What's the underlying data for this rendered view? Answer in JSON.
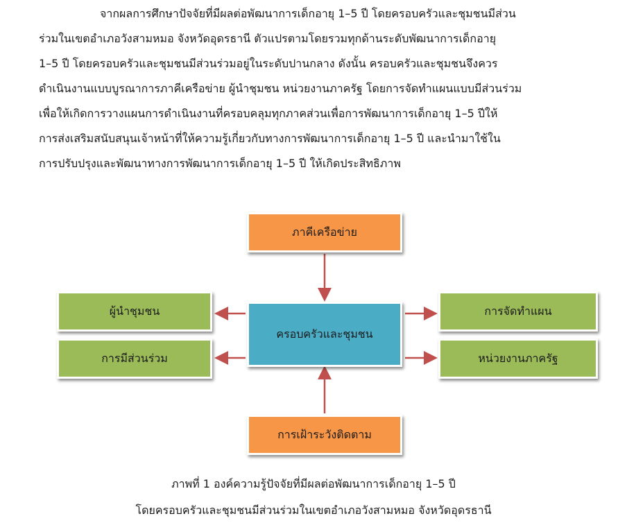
{
  "paragraph": {
    "lines": [
      "จากผลการศึกษาปัจจัยที่มีผลต่อพัฒนาการเด็กอายุ 1–5 ปี โดยครอบครัวและชุมชนมีส่วน",
      "ร่วมในเขตอำเภอวังสามหมอ จังหวัดอุดรธานี ตัวแปรตามโดยรวมทุกด้านระดับพัฒนาการเด็กอายุ",
      "1–5 ปี โดยครอบครัวและชุมชนมีส่วนร่วมอยู่ในระดับปานกลาง ดังนั้น ครอบครัวและชุมชนจึงควร",
      "ดำเนินงานแบบบูรณาการภาคีเครือข่าย ผู้นำชุมชน หน่วยงานภาครัฐ โดยการจัดทำแผนแบบมีส่วนร่วม",
      "เพื่อให้เกิดการวางแผนการดำเนินงานที่ครอบคลุมทุกภาคส่วนเพื่อการพัฒนาการเด็กอายุ 1–5 ปีให้",
      "การส่งเสริมสนับสนุนเจ้าหน้าที่ให้ความรู้เกี่ยวกับทางการพัฒนาการเด็กอายุ 1–5 ปี และนำมาใช้ใน",
      "การปรับปรุงและพัฒนาทางการพัฒนาการเด็กอายุ 1–5 ปี ให้เกิดประสิทธิภาพ"
    ]
  },
  "diagram": {
    "center": "ครอบครัวและชุมชน",
    "top": "ภาคีเครือข่าย",
    "bottom": "การเฝ้าระวังติดตาม",
    "left_top": "ผู้นำชุมชน",
    "left_bottom": "การมีส่วนร่วม",
    "right_top": "การจัดทำแผน",
    "right_bottom": "หน่วยงานภาครัฐ"
  },
  "colors": {
    "orange": "#f79646",
    "green": "#9bbb59",
    "blue": "#4bacc6",
    "arrow": "#c0504d"
  },
  "caption": {
    "line1": "ภาพที่ 1 องค์ความรู้ปัจจัยที่มีผลต่อพัฒนาการเด็กอายุ 1–5 ปี",
    "line2": "โดยครอบครัวและชุมชนมีส่วนร่วมในเขตอำเภอวังสามหมอ จังหวัดอุดรธานี"
  }
}
